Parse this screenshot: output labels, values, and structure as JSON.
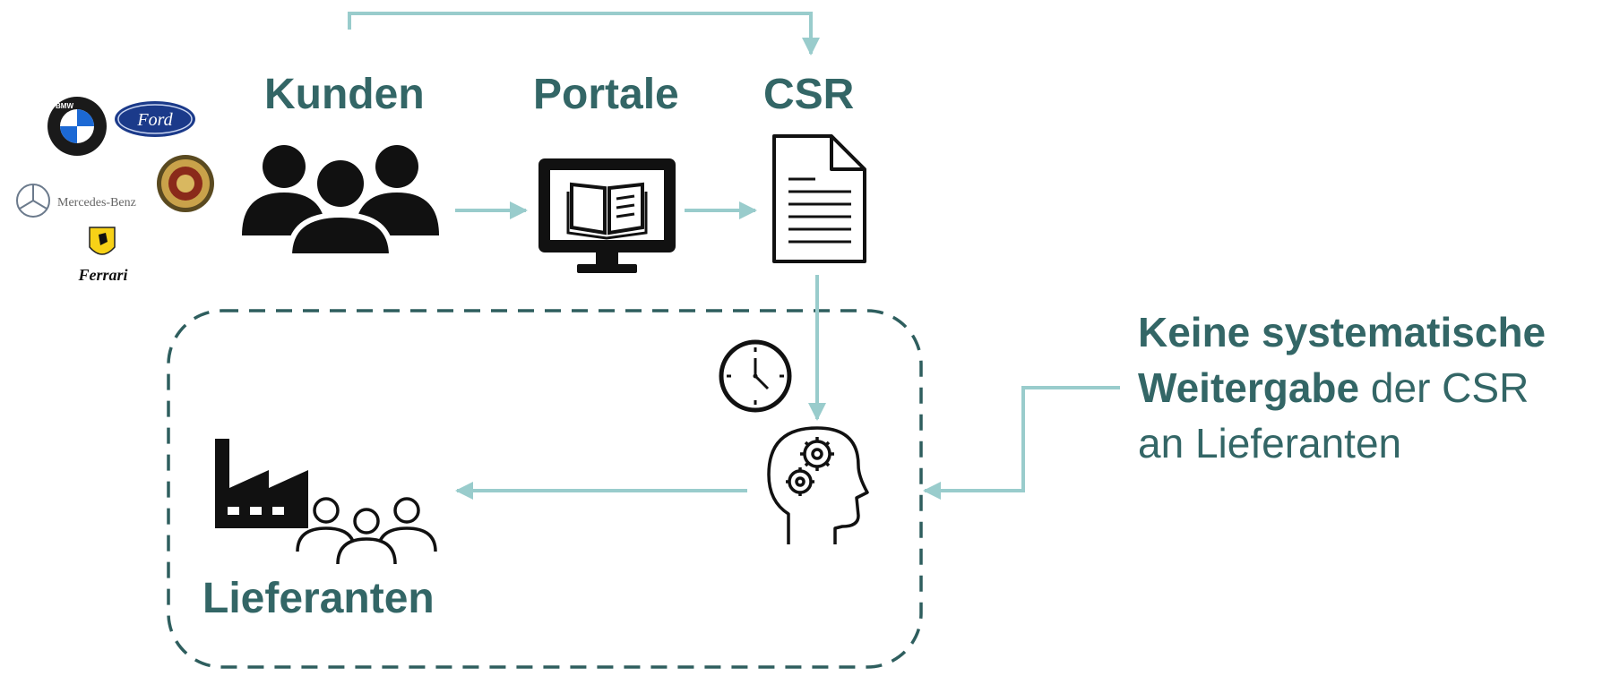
{
  "nodes": {
    "kunden": "Kunden",
    "portale": "Portale",
    "csr": "CSR",
    "lieferanten": "Lieferanten"
  },
  "note": {
    "line1_bold": "Keine systematische",
    "line2_bold": "Weitergabe",
    "line2_rest": " der CSR",
    "line3": "an Lieferanten"
  },
  "logos": {
    "bmw": "BMW",
    "ford": "Ford",
    "mercedes": "Mercedes-Benz",
    "ferrari": "Ferrari"
  },
  "colors": {
    "heading": "#336666",
    "arrow": "#99CCCC",
    "dashed_border": "#2E5E5E",
    "icon": "#111111"
  }
}
